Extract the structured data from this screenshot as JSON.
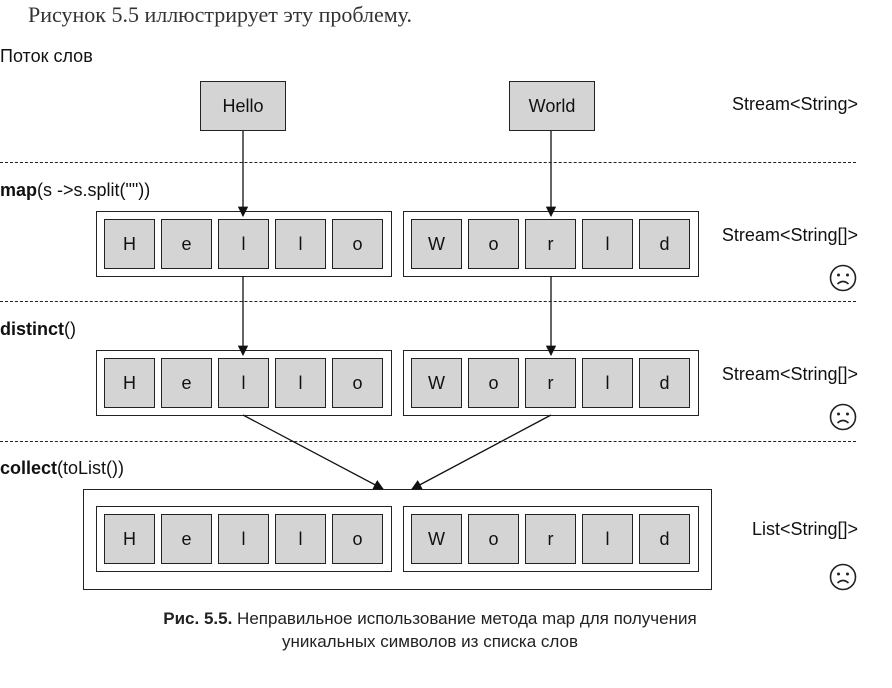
{
  "intro_text": "Рисунок 5.5 иллюстрирует эту проблему.",
  "stream_label": "Поток слов",
  "words": [
    "Hello",
    "World"
  ],
  "steps": [
    {
      "method": "map",
      "args": "(s ->s.split(\"\"))",
      "type": "Stream<String[]>"
    },
    {
      "method": "distinct",
      "args": "()",
      "type": "Stream<String[]>"
    },
    {
      "method": "collect",
      "args": "(toList())",
      "type": "List<String[]>"
    }
  ],
  "initial_type": "Stream<String>",
  "groups": [
    [
      "H",
      "e",
      "l",
      "l",
      "o"
    ],
    [
      "W",
      "o",
      "r",
      "l",
      "d"
    ]
  ],
  "caption": {
    "prefix": "Рис. 5.5.",
    "line1": "Неправильное использование метода map для получения",
    "line2": "уникальных символов из списка слов"
  },
  "icon": "sad-face-icon"
}
